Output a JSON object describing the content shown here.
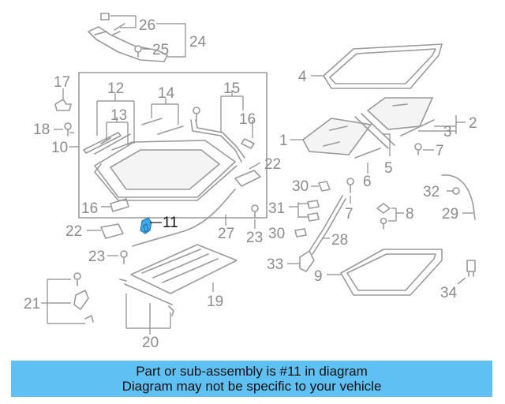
{
  "callouts": {
    "c1": "1",
    "c2": "2",
    "c3": "3",
    "c4": "4",
    "c5": "5",
    "c6": "6",
    "c7": "7",
    "c7b": "7",
    "c8": "8",
    "c9": "9",
    "c10": "10",
    "c11": "11",
    "c12": "12",
    "c13": "13",
    "c14": "14",
    "c15": "15",
    "c16": "16",
    "c16b": "16",
    "c17": "17",
    "c18": "18",
    "c19": "19",
    "c20": "20",
    "c21": "21",
    "c22": "22",
    "c22b": "22",
    "c23": "23",
    "c23b": "23",
    "c24": "24",
    "c25": "25",
    "c26": "26",
    "c27": "27",
    "c28": "28",
    "c29": "29",
    "c30": "30",
    "c30b": "30",
    "c31": "31",
    "c32": "32",
    "c33": "33",
    "c34": "34"
  },
  "highlight": {
    "part_number": "11",
    "color": "#3fa9e6"
  },
  "banner": {
    "line1": "Part or sub-assembly is #11 in diagram",
    "line2": "Diagram may not be specific to your vehicle",
    "color": "#5ec0f3"
  }
}
